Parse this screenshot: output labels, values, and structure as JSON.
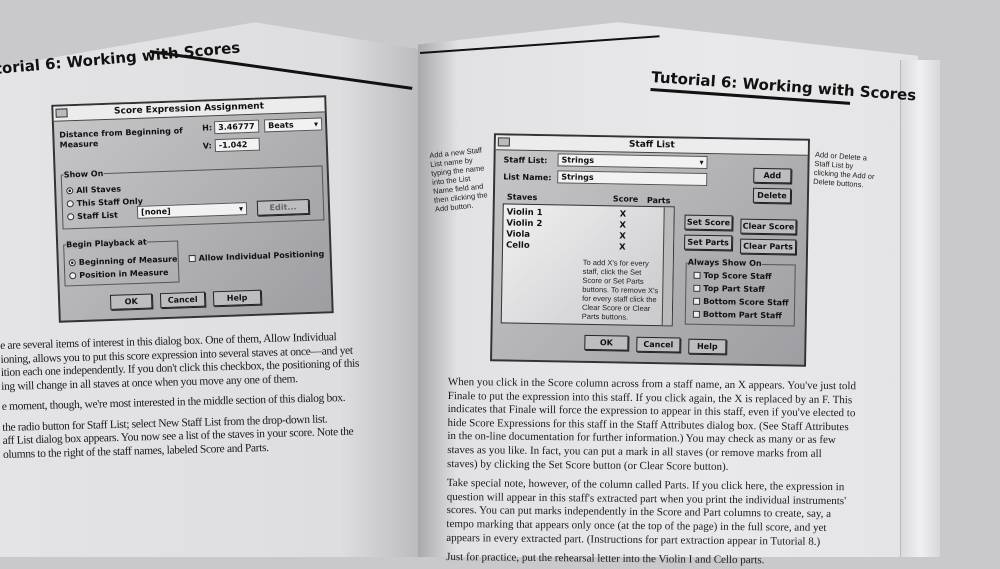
{
  "left_page": {
    "header": "torial 6: Working with Scores",
    "dialog": {
      "title": "Score Expression Assignment",
      "distance_label": "Distance from Beginning of Measure",
      "h_label": "H:",
      "h_value": "3.46777",
      "units": "Beats",
      "v_label": "V:",
      "v_value": "-1.042",
      "show_on": {
        "label": "Show On",
        "options": [
          "All Staves",
          "This Staff Only",
          "Staff List"
        ],
        "selected": "All Staves",
        "staff_list_value": "[none]",
        "edit_button": "Edit..."
      },
      "playback": {
        "label": "Begin Playback at",
        "options": [
          "Beginning of Measure",
          "Position in Measure"
        ],
        "selected": "Beginning of Measure"
      },
      "allow_individual": "Allow Individual Positioning",
      "ok": "OK",
      "cancel": "Cancel",
      "help": "Help"
    },
    "paragraphs": [
      "e are several items of interest in this dialog box. One of them, Allow Individual",
      "ioning, allows you to put this score expression into several staves at once—and yet",
      "ition each one independently. If you don't click this checkbox, the positioning of this",
      "ing will change in all staves at once when you move any one of them.",
      "e moment, though, we're most interested in the middle section of this dialog box.",
      "the radio button for Staff List; select New Staff List from the drop-down list.",
      "aff List dialog box appears. You now see a list of the staves in your score. Note the",
      "olumns to the right of the staff names, labeled Score and Parts."
    ]
  },
  "right_page": {
    "header": "Tutorial 6: Working with Scores",
    "annotation_left": "Add a new Staff List name by typing the name into the List Name field and then clicking the Add button.",
    "annotation_right": "Add or Delete a Staff List by clicking the Add or Delete buttons.",
    "dialog": {
      "title": "Staff List",
      "staff_list_label": "Staff List:",
      "staff_list_value": "Strings",
      "list_name_label": "List Name:",
      "list_name_value": "Strings",
      "add": "Add",
      "delete": "Delete",
      "columns": [
        "Staves",
        "Score",
        "Parts"
      ],
      "staves": [
        {
          "name": "Violin 1",
          "score": "X"
        },
        {
          "name": "Violin 2",
          "score": "X"
        },
        {
          "name": "Viola",
          "score": "X"
        },
        {
          "name": "Cello",
          "score": "X"
        }
      ],
      "hint": "To add X's for every staff, click the Set Score or Set Parts buttons. To remove X's for every staff click the Clear Score or Clear Parts buttons.",
      "set_score": "Set Score",
      "clear_score": "Clear Score",
      "set_parts": "Set Parts",
      "clear_parts": "Clear Parts",
      "always_show_on": "Always Show On",
      "checks": [
        "Top Score Staff",
        "Top Part Staff",
        "Bottom Score Staff",
        "Bottom Part Staff"
      ],
      "ok": "OK",
      "cancel": "Cancel",
      "help": "Help"
    },
    "paragraphs": [
      "When you click in the Score column across from a staff name, an X appears. You've just told",
      "Finale to put the expression into this staff. If you click again, the X is replaced by an F. This",
      "indicates that Finale will force the expression to appear in this staff, even if you've elected to",
      "hide Score Expressions for this staff in the Staff Attributes dialog box. (See Staff Attributes",
      "in the on-line documentation for further information.) You may check as many or as few",
      "staves as you like. In fact, you can put a mark in all staves (or remove marks from all",
      "staves) by clicking the Set Score button (or Clear Score button).",
      "Take special note, however, of the column called Parts. If you click here, the expression in",
      "question will appear in this staff's extracted part when you print the individual instruments'",
      "scores. You can put marks independently in the Score and Part columns to create, say, a",
      "tempo marking that appears only once (at the top of the page) in the full score, and yet",
      "appears in every extracted part. (Instructions for part extraction appear in Tutorial 8.)",
      "Just for practice, put the rehearsal letter into the Violin I and Cello parts."
    ]
  }
}
